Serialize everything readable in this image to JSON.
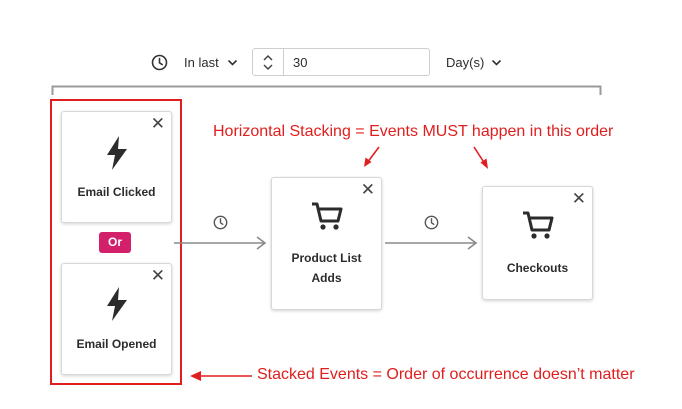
{
  "toolbar": {
    "time_label": "In last",
    "amount_value": "30",
    "unit_label": "Day(s)"
  },
  "badge": {
    "or_label": "Or"
  },
  "cards": {
    "email_clicked": "Email Clicked",
    "email_opened": "Email Opened",
    "product_list_adds_line1": "Product List",
    "product_list_adds_line2": "Adds",
    "checkouts": "Checkouts"
  },
  "annotations": {
    "horizontal": "Horizontal Stacking = Events MUST happen in this order",
    "stacked": "Stacked Events = Order of occurrence doesn’t matter"
  },
  "glyphs": {
    "close": "✕"
  },
  "colors": {
    "annotation": "#e01e1e",
    "or_badge": "#d3206b",
    "connector": "#8a8a8a"
  },
  "icons": [
    "clock-icon",
    "chevron-down-icon",
    "stepper-arrows-icon",
    "lightning-icon",
    "cart-icon",
    "close-icon"
  ]
}
